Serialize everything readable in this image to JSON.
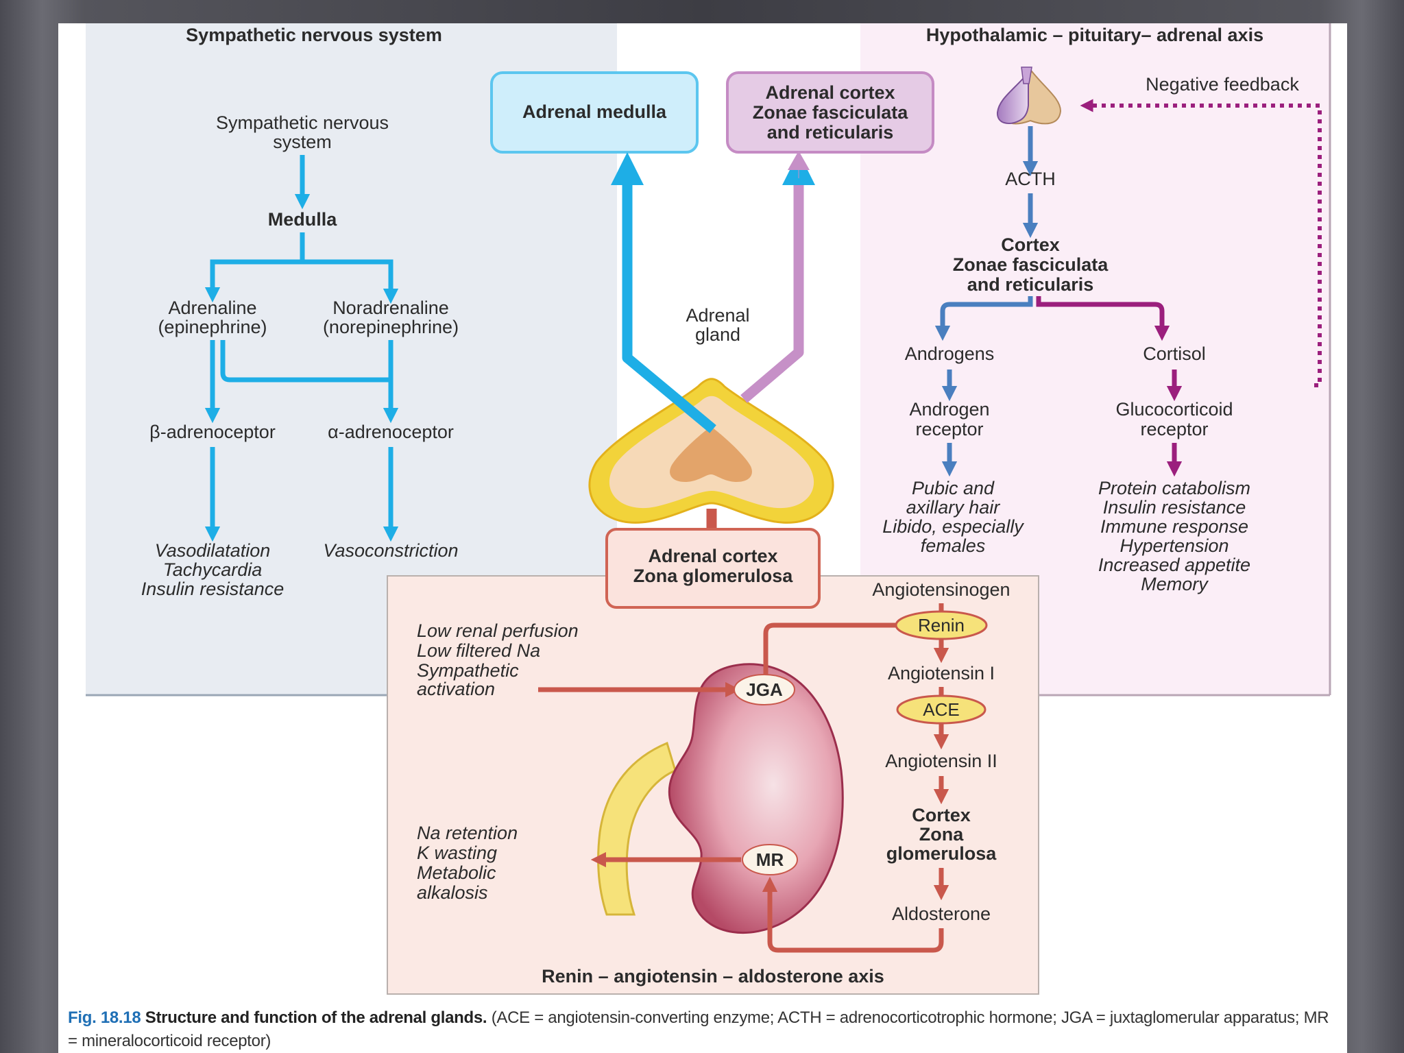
{
  "panels": {
    "sympathetic": {
      "title": "Sympathetic nervous system",
      "source_line1": "Sympathetic nervous",
      "source_line2": "system",
      "medulla": "Medulla",
      "adrenaline_1": "Adrenaline",
      "adrenaline_2": "(epinephrine)",
      "noradrenaline_1": "Noradrenaline",
      "noradrenaline_2": "(norepinephrine)",
      "beta": "β-adrenoceptor",
      "alpha": "α-adrenoceptor",
      "effect_beta": [
        "Vasodilatation",
        "Tachycardia",
        "Insulin resistance"
      ],
      "effect_alpha": "Vasoconstriction"
    },
    "center": {
      "medulla_box": "Adrenal medulla",
      "cortex_box": [
        "Adrenal cortex",
        "Zonae fasciculata",
        "and reticularis"
      ],
      "gland_label": [
        "Adrenal",
        "gland"
      ],
      "glomerulosa_box": [
        "Adrenal cortex",
        "Zona glomerulosa"
      ]
    },
    "hpa": {
      "title": "Hypothalamic – pituitary– adrenal axis",
      "negative_feedback": "Negative feedback",
      "acth": "ACTH",
      "cortex": [
        "Cortex",
        "Zonae fasciculata",
        "and reticularis"
      ],
      "androgens": "Androgens",
      "cortisol": "Cortisol",
      "androgen_receptor": [
        "Androgen",
        "receptor"
      ],
      "glucocorticoid_receptor": [
        "Glucocorticoid",
        "receptor"
      ],
      "androgen_effects": [
        "Pubic and",
        "axillary hair",
        "Libido, especially",
        "females"
      ],
      "cortisol_effects": [
        "Protein catabolism",
        "Insulin resistance",
        "Immune response",
        "Hypertension",
        "Increased appetite",
        "Memory"
      ]
    },
    "raas": {
      "title": "Renin – angiotensin – aldosterone axis",
      "inputs": [
        "Low renal perfusion",
        "Low filtered Na",
        "Sympathetic",
        "activation"
      ],
      "jga": "JGA",
      "mr": "MR",
      "outputs": [
        "Na retention",
        "K wasting",
        "Metabolic",
        "alkalosis"
      ],
      "angiotensinogen": "Angiotensinogen",
      "renin": "Renin",
      "angiotensin1": "Angiotensin I",
      "ace": "ACE",
      "angiotensin2": "Angiotensin II",
      "cortex": [
        "Cortex",
        "Zona",
        "glomerulosa"
      ],
      "aldosterone": "Aldosterone"
    }
  },
  "caption": {
    "fig": "Fig. 18.18",
    "title": "Structure and function of the adrenal glands.",
    "text": "(ACE = angiotensin-converting enzyme; ACTH = adrenocorticotrophic hormone; JGA = juxtaglomerular apparatus; MR = mineralocorticoid receptor)"
  },
  "colors": {
    "sympathetic_blue": "#1eaee6",
    "hpa_blue": "#4a7fbf",
    "hpa_purple": "#9b1f7d",
    "raas_red": "#c9584c",
    "medulla_fill": "#cfeefb",
    "cortex_fill": "#e5cbe5",
    "glomerulosa_fill": "#fbe3dd"
  }
}
